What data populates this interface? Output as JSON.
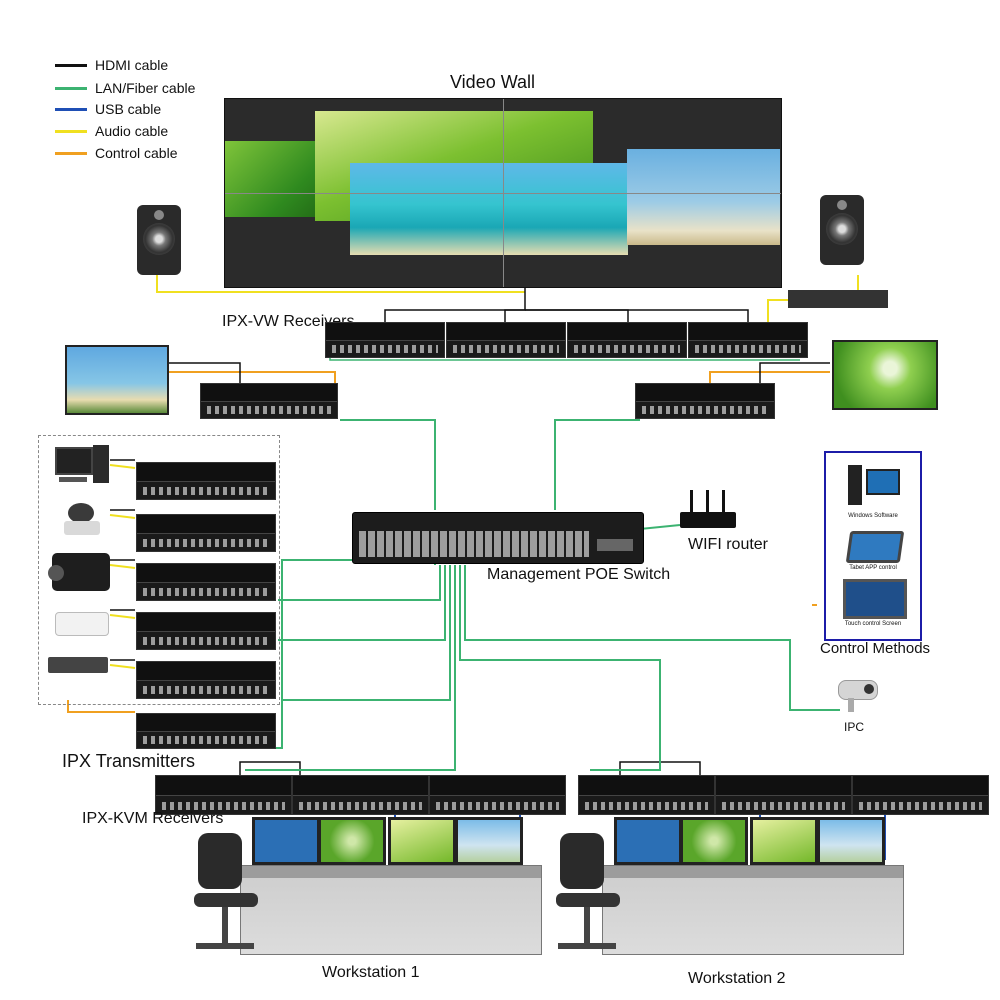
{
  "legend": [
    {
      "label": "HDMI cable",
      "color": "#111111"
    },
    {
      "label": "LAN/Fiber cable",
      "color": "#3cb371"
    },
    {
      "label": "USB cable",
      "color": "#1f4fb5"
    },
    {
      "label": "Audio cable",
      "color": "#f0e020"
    },
    {
      "label": "Control cable",
      "color": "#f0a020"
    }
  ],
  "labels": {
    "video_wall": "Video Wall",
    "ipx_vw_receivers": "IPX-VW Receivers",
    "wifi_router": "WIFI router",
    "management_poe_switch": "Management POE Switch",
    "ipx_transmitters": "IPX Transmitters",
    "ipx_kvm_receivers": "IPX-KVM Receivers",
    "control_methods": "Control Methods",
    "ipc": "IPC",
    "workstation_1": "Workstation 1",
    "workstation_2": "Workstation 2"
  },
  "control_methods_items": [
    {
      "label": "Windows Software"
    },
    {
      "label": "Tabet APP control"
    },
    {
      "label": "Touch control Screen"
    }
  ],
  "colors": {
    "hdmi": "#111111",
    "lan": "#3cb371",
    "usb": "#1f4fb5",
    "audio": "#f0e020",
    "control": "#f0a020",
    "control_box_border": "#1c1ca8"
  }
}
